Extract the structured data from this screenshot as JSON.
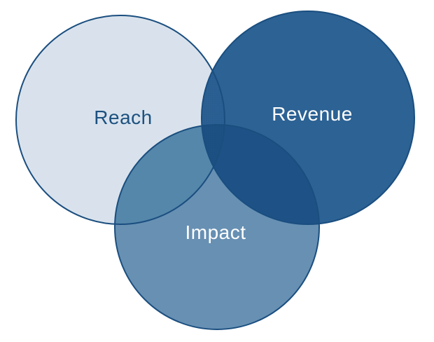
{
  "diagram": {
    "type": "venn-3-circle",
    "background": "#ffffff",
    "stroke_color": "#1a4e7f",
    "texture_dot_color": "#16406d",
    "sets": [
      {
        "label": "Reach",
        "fill": "#d9e2ec",
        "label_color": "#1c5180"
      },
      {
        "label": "Revenue",
        "fill": "#2c6294",
        "label_color": "#ffffff"
      },
      {
        "label": "Impact",
        "fill": "#6790b3",
        "label_color": "#ffffff"
      }
    ],
    "overlaps": {
      "reach_revenue": "#2b6094",
      "reach_impact": "#5587ab",
      "revenue_impact": "#1e5286",
      "reach_revenue_impact": "#1d5183"
    }
  }
}
